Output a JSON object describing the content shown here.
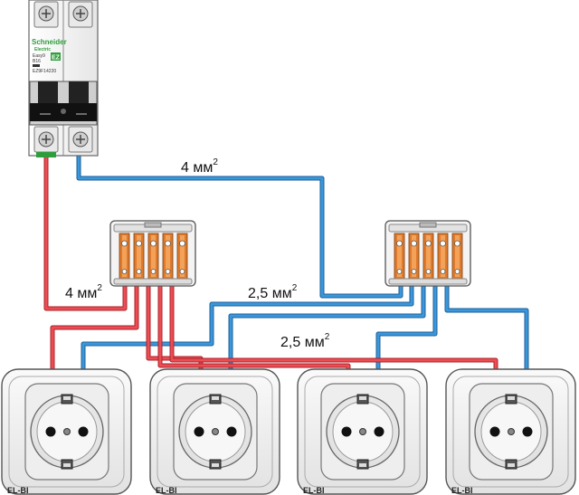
{
  "breaker": {
    "brand_line1": "Schneider",
    "brand_line2": "Electric",
    "logo": "EZ",
    "model": "Easy9",
    "rating": "B16",
    "code": "EZ9F14220",
    "icon": "circuit-breaker-icon"
  },
  "wire_labels": {
    "main_pair": "4 мм",
    "main_pair_exp": "2",
    "feed_red": "4 мм",
    "feed_red_exp": "2",
    "branch_upper": "2,5 мм",
    "branch_upper_exp": "2",
    "branch_lower": "2,5 мм",
    "branch_lower_exp": "2"
  },
  "sockets": [
    {
      "label": "EL-BI"
    },
    {
      "label": "EL-BI"
    },
    {
      "label": "EL-BI"
    },
    {
      "label": "EL-BI"
    }
  ],
  "colors": {
    "phase": "#e8424a",
    "neutral": "#2f8ad0",
    "connector_orange": "#e07a2c",
    "breaker_body": "#f2f2f2"
  }
}
